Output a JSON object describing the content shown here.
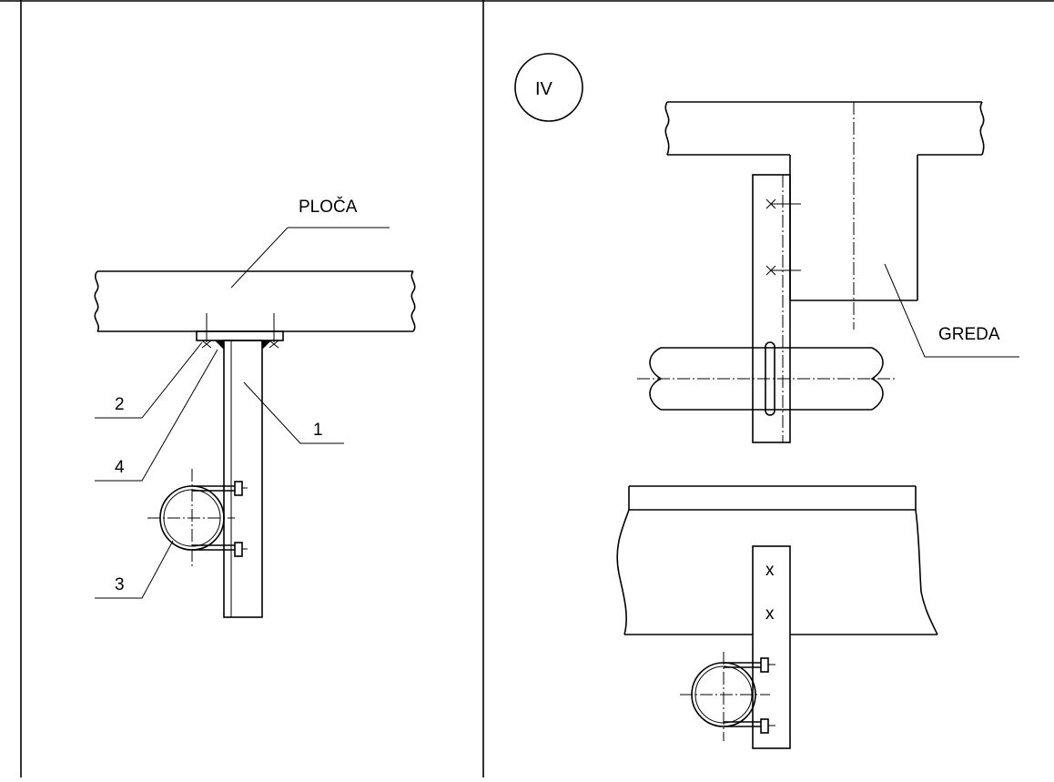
{
  "left_panel": {
    "slab_label": "PLOČA",
    "callouts": [
      "1",
      "2",
      "3",
      "4"
    ]
  },
  "right_panel": {
    "view_mark": "IV",
    "beam_label": "GREDA",
    "bolt_marks": [
      "x",
      "x"
    ]
  }
}
